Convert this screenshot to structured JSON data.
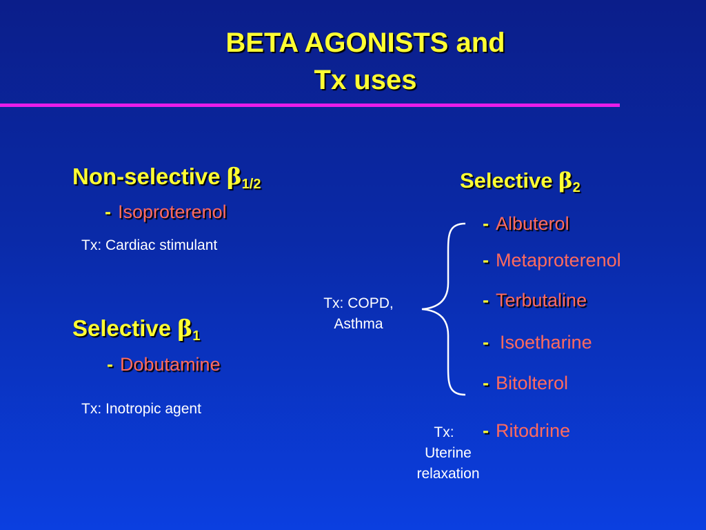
{
  "title": {
    "line1": "BETA  AGONISTS and",
    "line2": "Tx uses"
  },
  "colors": {
    "background": "#0a2aa8",
    "title": "#ffff33",
    "rule": "#e81ee8",
    "drug": "#ff6b5e",
    "text": "#ffffff"
  },
  "nonselective": {
    "heading": "Non-selective ",
    "beta": "β",
    "subscript": "1/2",
    "dash": "-",
    "drug": "Isoproterenol",
    "tx": "Tx:  Cardiac stimulant"
  },
  "selective_b1": {
    "heading": "Selective ",
    "beta": "β",
    "subscript": "1",
    "dash": "-",
    "drug": "Dobutamine",
    "tx": "Tx:  Inotropic agent"
  },
  "selective_b2": {
    "heading": "Selective ",
    "beta": "β",
    "subscript": "2",
    "drugs": [
      {
        "dash": "-",
        "name": "Albuterol"
      },
      {
        "dash": "-",
        "name": "Metaproterenol"
      },
      {
        "dash": "-",
        "name": "Terbutaline"
      },
      {
        "dash": "-",
        "name": "Isoetharine"
      },
      {
        "dash": "-",
        "name": "Bitolterol"
      },
      {
        "dash": "-",
        "name": "Ritodrine"
      }
    ],
    "tx_copd": {
      "line1": "Tx: COPD,",
      "line2": "Asthma"
    },
    "tx_uterine": {
      "line1": "Tx:",
      "line2": "Uterine",
      "line3": "relaxation"
    }
  }
}
